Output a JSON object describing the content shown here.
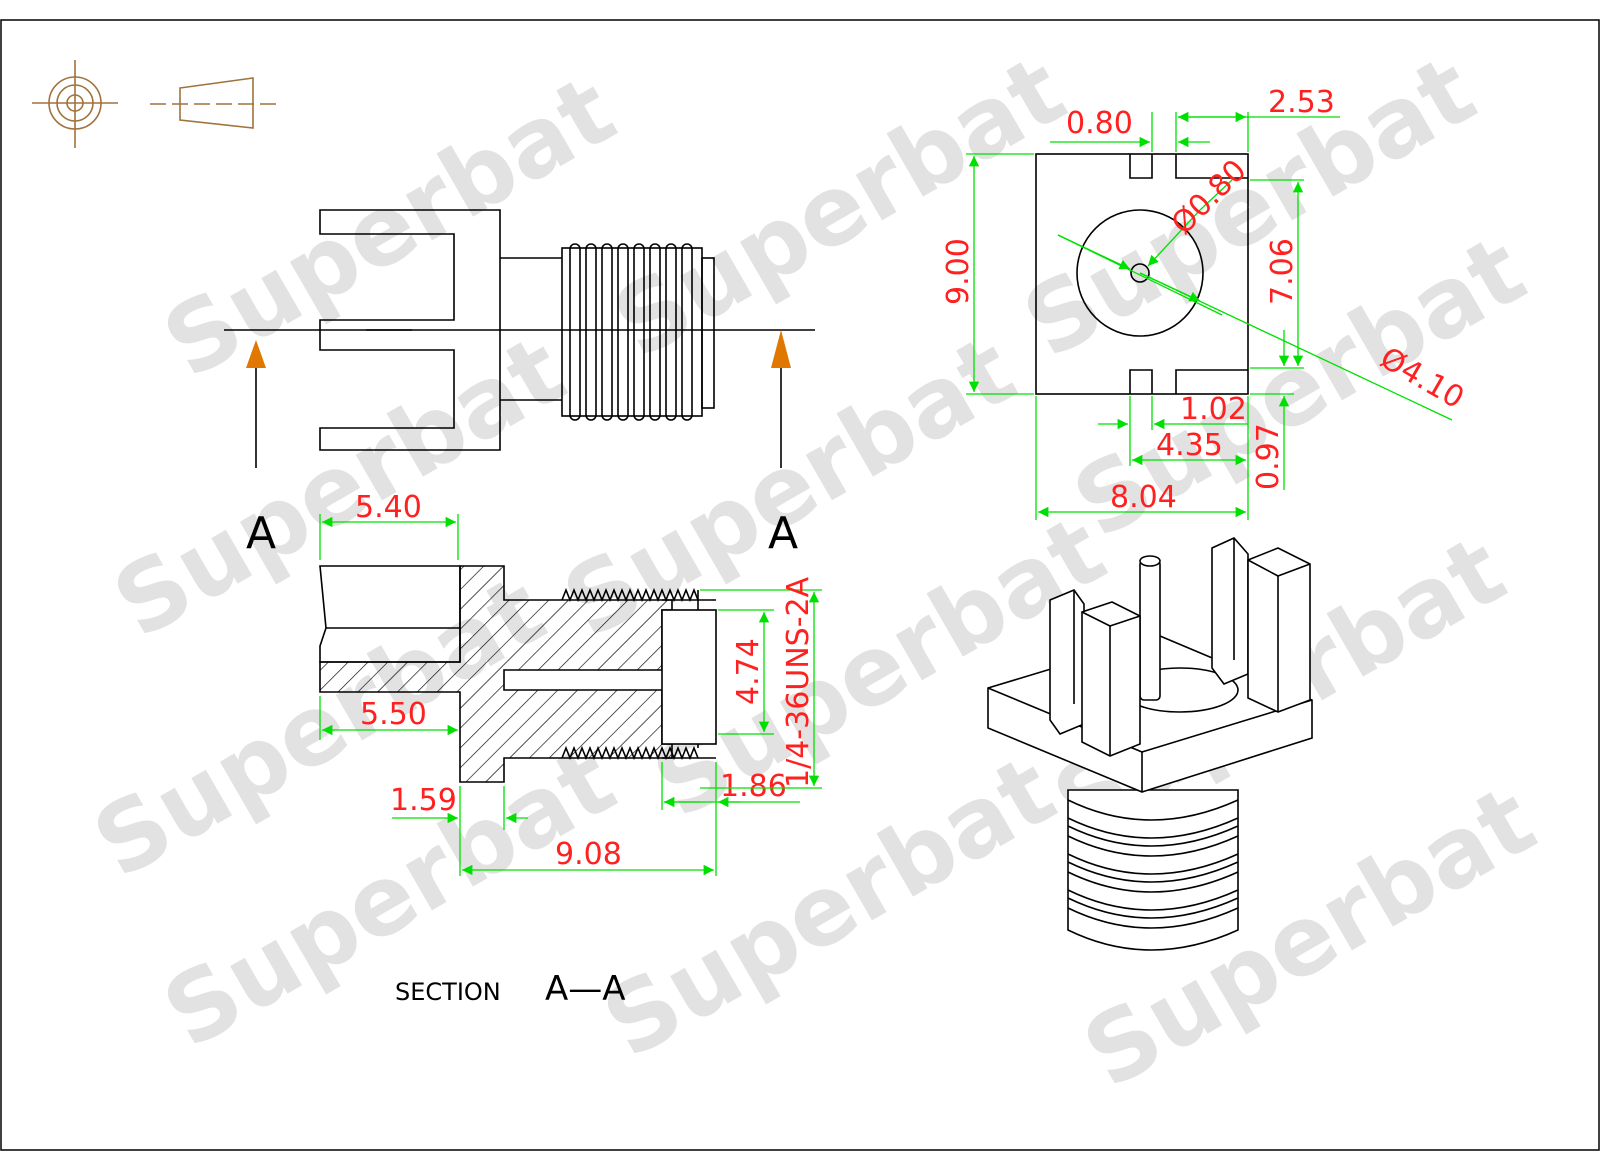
{
  "brand": {
    "watermark": "Superbat"
  },
  "section_label": {
    "prefix": "SECTION",
    "name": "A—A"
  },
  "cut_marks": {
    "left": "A",
    "right": "A"
  },
  "dimensions": {
    "d_5_40": "5.40",
    "d_5_50": "5.50",
    "d_1_59": "1.59",
    "d_9_08": "9.08",
    "d_1_86": "1.86",
    "d_4_74": "4.74",
    "thread": "1/4-36UNS-2A",
    "d_0_80": "0.80",
    "d_2_53": "2.53",
    "d_9_00": "9.00",
    "d_7_06": "7.06",
    "d_dia_0_80": "Ø0.80",
    "d_dia_4_10": "Ø4.10",
    "d_1_02": "1.02",
    "d_4_35": "4.35",
    "d_0_97": "0.97",
    "d_8_04": "8.04"
  },
  "colors": {
    "dimension_line": "#00e000",
    "dimension_text": "#ff2020",
    "arrow": "#e07800",
    "symbol": "#a0723c"
  }
}
